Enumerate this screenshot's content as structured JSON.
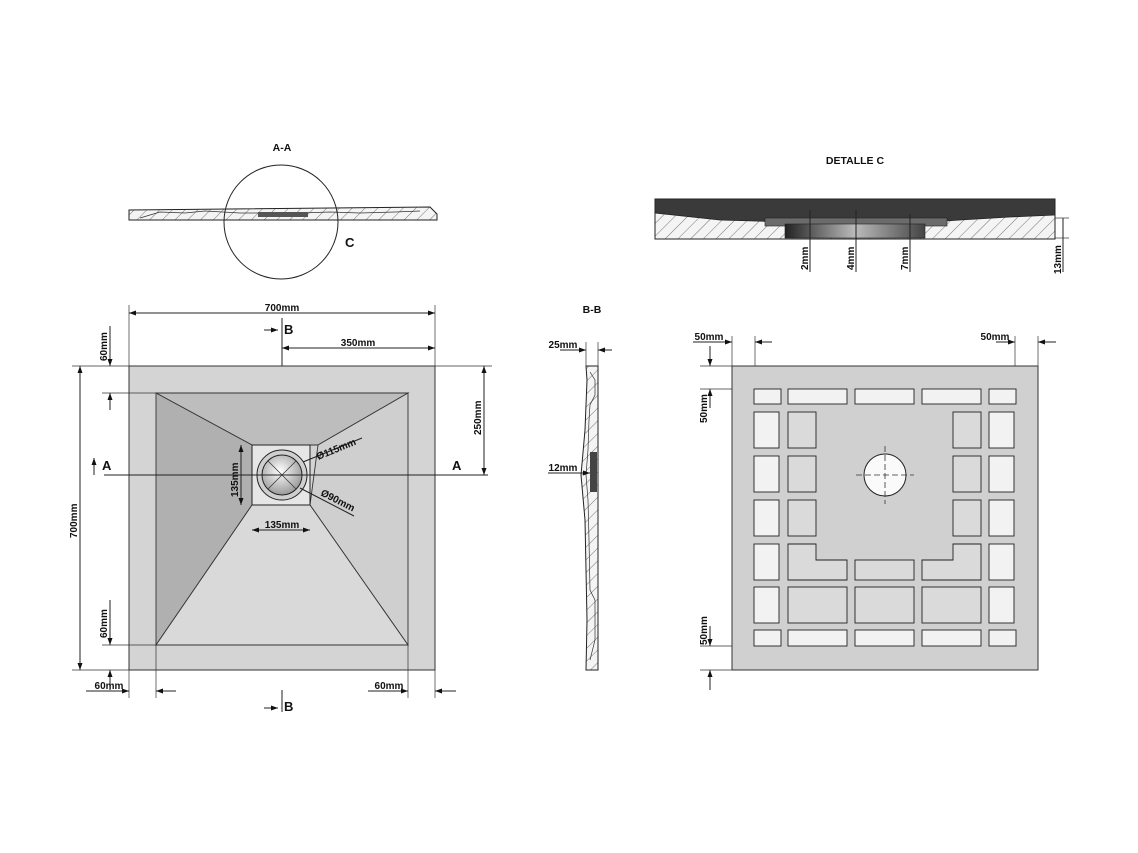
{
  "sections": {
    "aa_title": "A-A",
    "bb_title": "B-B",
    "detail_title": "DETALLE   C",
    "detail_marker": "C",
    "cut_a": "A",
    "cut_b": "B"
  },
  "top_view": {
    "width": "700mm",
    "height": "700mm",
    "half_width": "350mm",
    "drain_offset": "250mm",
    "margin_top": "60mm",
    "margin_bottom": "60mm",
    "margin_left": "60mm",
    "margin_right": "60mm",
    "drain_box_w": "135mm",
    "drain_box_h": "135mm",
    "diam_outer": "Ø115mm",
    "diam_inner": "Ø90mm"
  },
  "side_view": {
    "thickness": "25mm",
    "drain_depth": "12mm"
  },
  "detail": {
    "d1": "2mm",
    "d2": "4mm",
    "d3": "7mm",
    "d4": "13mm"
  },
  "bottom_view": {
    "margin_left": "50mm",
    "margin_right": "50mm",
    "margin_top": "50mm",
    "margin_bottom": "50mm"
  }
}
